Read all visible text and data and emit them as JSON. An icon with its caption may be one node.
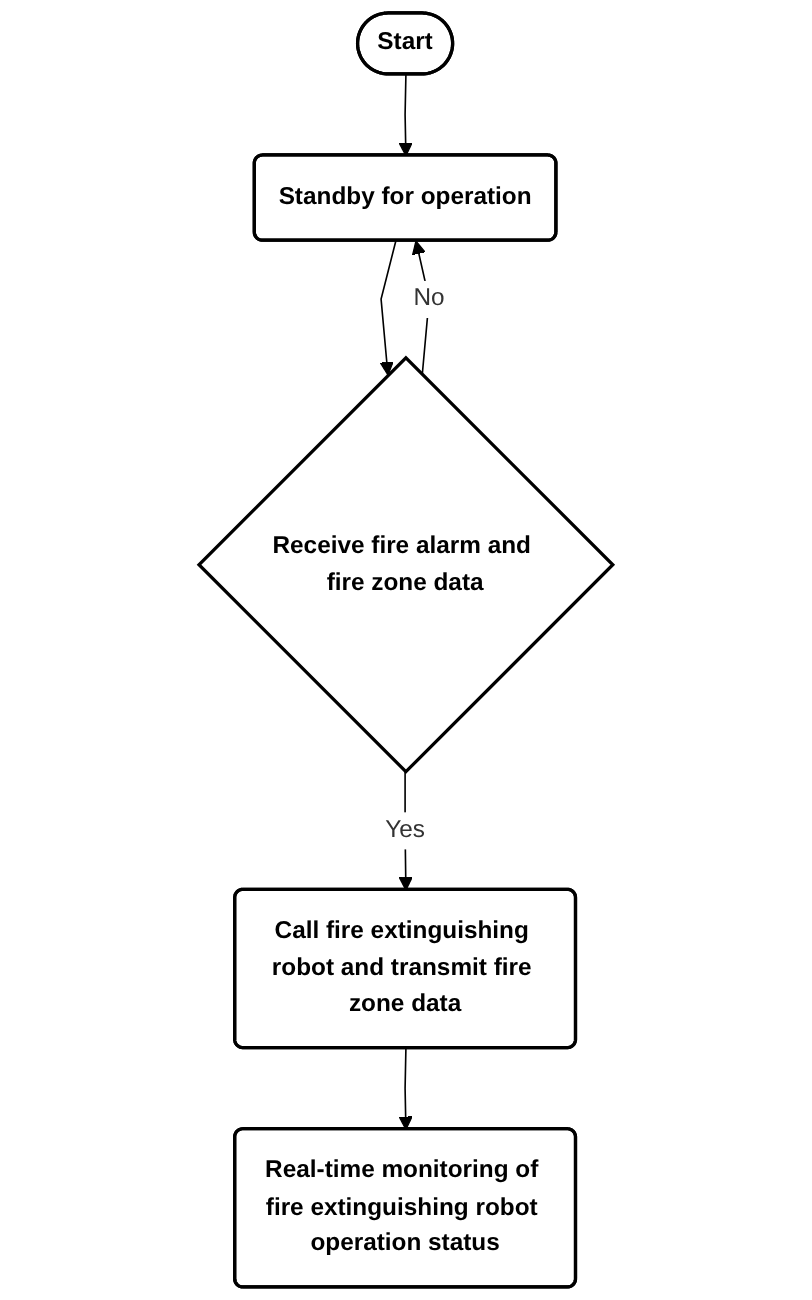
{
  "diagram": {
    "nodes": [
      {
        "text": [
          "Start"
        ]
      },
      {
        "text": [
          "Standby for operation"
        ]
      },
      {
        "text": [
          "Receive fire alarm and fire zone data"
        ]
      },
      {
        "text": [
          "Call fire extinguishing robot and transmit fire zone data"
        ]
      },
      {
        "text": [
          "Real-time monitoring of fire extinguishing robot operation status"
        ]
      }
    ],
    "edges": [
      {
        "from": 0,
        "to": 1,
        "arrow": "to"
      },
      {
        "from": 1,
        "to": 2,
        "arrow": "to"
      },
      {
        "from": 2,
        "to": 1,
        "arrow": "to",
        "label": "No"
      },
      {
        "from": 2,
        "to": 3,
        "arrow": "to",
        "label": "Yes"
      },
      {
        "from": 3,
        "to": 4,
        "arrow": "to"
      }
    ]
  }
}
